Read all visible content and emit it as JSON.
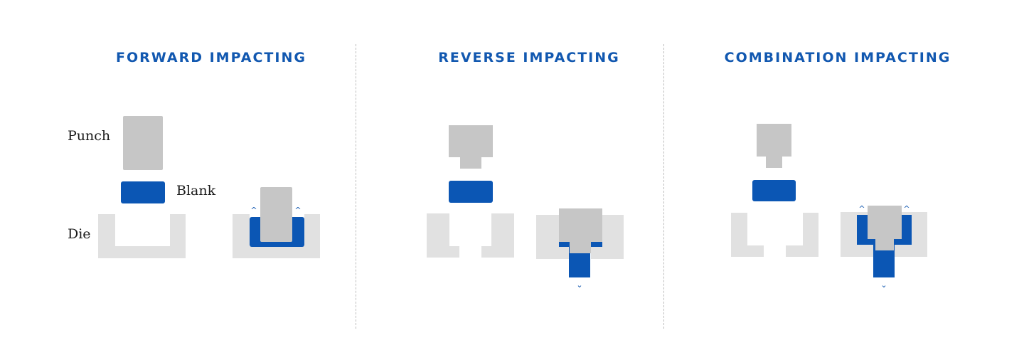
{
  "panels": [
    {
      "title": "FORWARD IMPACTING"
    },
    {
      "title": "REVERSE IMPACTING"
    },
    {
      "title": "COMBINATION IMPACTING"
    }
  ],
  "labels": {
    "punch": "Punch",
    "blank": "Blank",
    "die": "Die"
  },
  "colors": {
    "title_blue": "#1258b0",
    "blank_blue": "#0b56b4",
    "punch_gray": "#c6c6c6",
    "die_gray": "#e1e1e1",
    "divider": "#bdbdbd"
  },
  "markers": {
    "up": "^",
    "down": "⌄"
  }
}
